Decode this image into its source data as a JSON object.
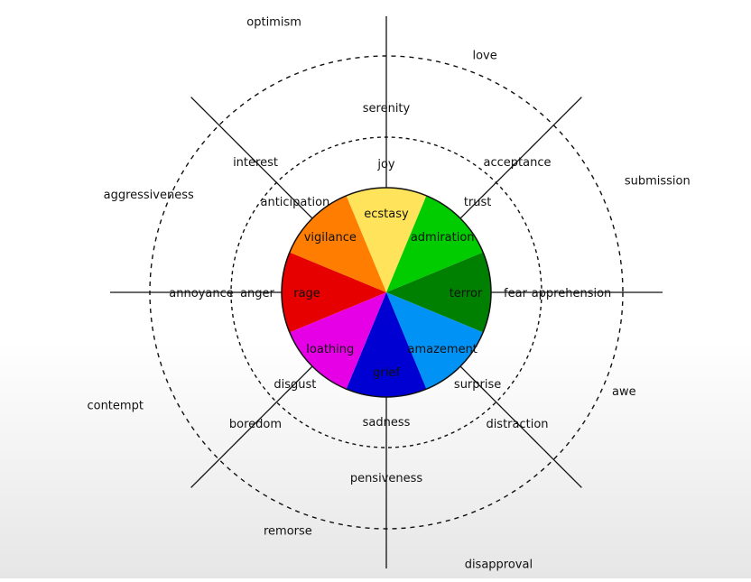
{
  "petals": [
    {
      "key": "joy",
      "colors": [
        "#fffbe8",
        "#fff299",
        "#ffff54",
        "#ffe35a"
      ],
      "labels": [
        "serenity",
        "joy",
        "ecstasy"
      ]
    },
    {
      "key": "trust",
      "colors": [
        "#eafbe6",
        "#a8f8a0",
        "#5cfb5c",
        "#00cc00"
      ],
      "labels": [
        "acceptance",
        "trust",
        "admiration"
      ]
    },
    {
      "key": "fear",
      "colors": [
        "#e8fbe6",
        "#99e592",
        "#00c000",
        "#008000"
      ],
      "labels": [
        "apprehension",
        "fear",
        "terror"
      ]
    },
    {
      "key": "surprise",
      "colors": [
        "#dde9f3",
        "#8dcdf9",
        "#339ffa",
        "#0092f5"
      ],
      "labels": [
        "distraction",
        "surprise",
        "amazement"
      ]
    },
    {
      "key": "sadness",
      "colors": [
        "#c8c8dc",
        "#8c8ce6",
        "#5050eb",
        "#0000d2"
      ],
      "labels": [
        "pensiveness",
        "sadness",
        "grief"
      ]
    },
    {
      "key": "disgust",
      "colors": [
        "#ecdff0",
        "#f8c8f8",
        "#f55cf5",
        "#e600e6"
      ],
      "labels": [
        "boredom",
        "disgust",
        "loathing"
      ]
    },
    {
      "key": "anger",
      "colors": [
        "#fde6e8",
        "#ffa8b0",
        "#ff0000",
        "#e60000"
      ],
      "labels": [
        "annoyance",
        "anger",
        "rage"
      ]
    },
    {
      "key": "anticipation",
      "colors": [
        "#fdf0e3",
        "#ffd2a0",
        "#ffa854",
        "#ff7d00"
      ],
      "labels": [
        "interest",
        "anticipation",
        "vigilance"
      ]
    }
  ],
  "dyads": [
    {
      "key": "love",
      "label": "love"
    },
    {
      "key": "submission",
      "label": "submission"
    },
    {
      "key": "awe",
      "label": "awe"
    },
    {
      "key": "disapproval",
      "label": "disapproval"
    },
    {
      "key": "remorse",
      "label": "remorse"
    },
    {
      "key": "contempt",
      "label": "contempt"
    },
    {
      "key": "aggressiveness",
      "label": "aggressiveness"
    },
    {
      "key": "optimism",
      "label": "optimism"
    }
  ]
}
